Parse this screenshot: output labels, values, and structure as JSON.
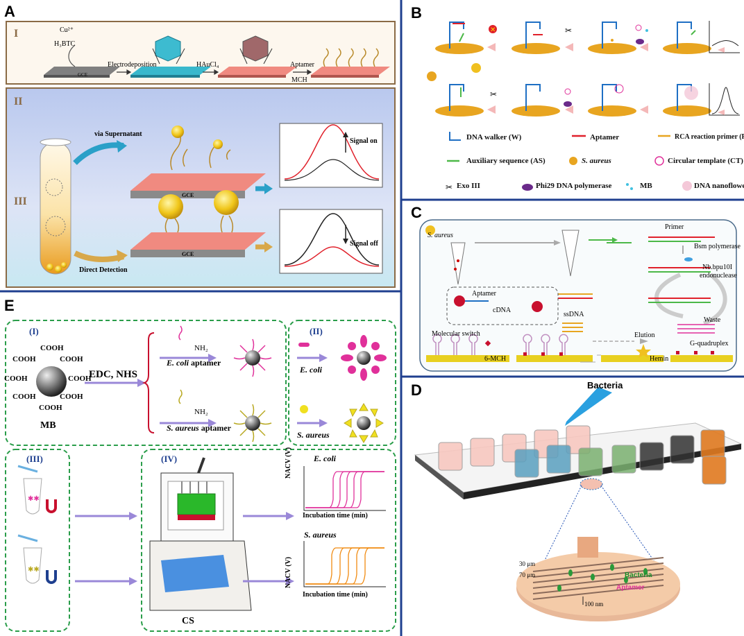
{
  "panels": {
    "A": {
      "label": "A",
      "sec1": {
        "roman": "I",
        "cu": "Cu²⁺",
        "h3btc": "H₃BTC",
        "gce": "GCE",
        "arrows": [
          "Electrodeposition",
          "HAuCl₄",
          "Aptamer",
          "MCH"
        ]
      },
      "sec2": {
        "roman": "II",
        "route": "via Supernatant",
        "gce": "GCE",
        "signal": "Signal on"
      },
      "sec3": {
        "roman": "III",
        "route": "Direct Detection",
        "gce": "GCE",
        "signal": "Signal off"
      }
    },
    "B": {
      "label": "B",
      "legend": [
        "DNA walker (W)",
        "Aptamer",
        "RCA reaction primer (RP)",
        "Auxiliary sequence (AS)",
        "S. aureus",
        "Circular template (CT)",
        "Exo III",
        "Phi29 DNA polymerase",
        "MB",
        "DNA nanoflowers"
      ]
    },
    "C": {
      "label": "C",
      "texts": {
        "saureus": "S. aureus",
        "primer": "Primer",
        "bsm": "Bsm polymerase",
        "nb": "Nb.bpu10I",
        "endo": "endonuclease",
        "aptamer": "Aptamer",
        "cdna": "cDNA",
        "ssdna": "ssDNA",
        "elution": "Elution",
        "waste": "Waste",
        "gq": "G-quadruplex",
        "molswitch": "Molecular switch",
        "mch": "6-MCH",
        "hemin": "Hemin"
      }
    },
    "D": {
      "label": "D",
      "texts": {
        "bacteria_top": "Bacteria",
        "d30": "30 μm",
        "d70": "70 μm",
        "bacteria": "Bacteria",
        "aptamer": "Aptamer",
        "d100": "100 nm"
      }
    },
    "E": {
      "label": "E",
      "texts": {
        "i": "(I)",
        "ii": "(II)",
        "iii": "(III)",
        "iv": "(IV)",
        "cooh": "COOH",
        "edc": "EDC, NHS",
        "nh2": "NH₂",
        "ecoli_apt": "aptamer",
        "saur_apt": "aptamer",
        "ecoli_i": "E. coli",
        "saur_i": "S. aureus",
        "mb": "MB",
        "cs": "CS",
        "ecoli_chart": "E. coli",
        "saur_chart": "S. aureus",
        "nacv": "NACV (V)",
        "inc": "Incubation time (min)"
      }
    }
  },
  "colors": {
    "divider": "#1f3f8f",
    "green_dash": "#2a9d4a",
    "red_curve": "#e0202a",
    "magenta": "#e0309a",
    "orange": "#f08a10"
  }
}
